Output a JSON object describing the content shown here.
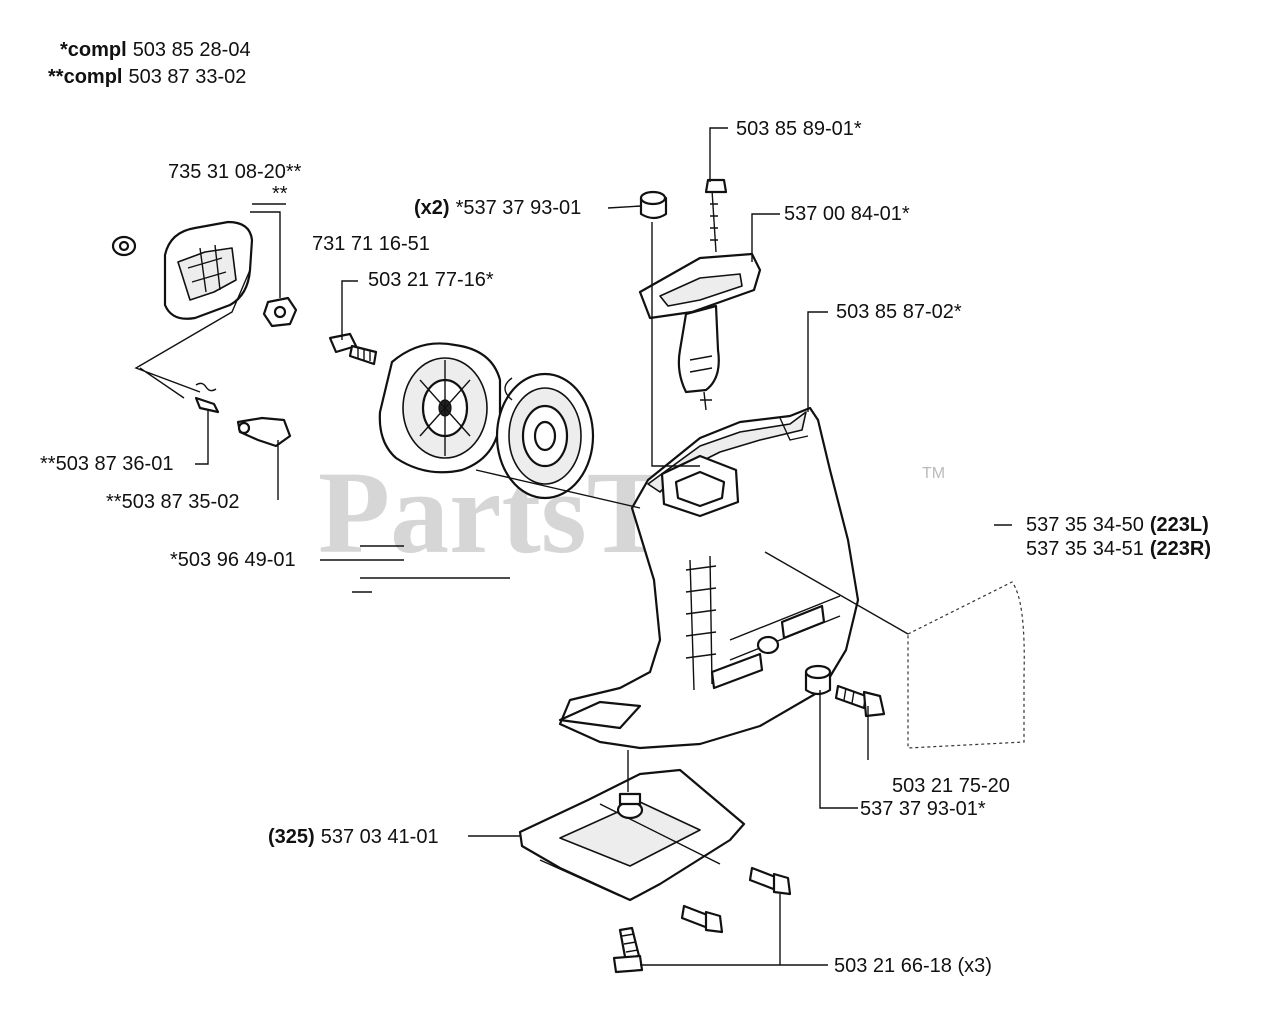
{
  "header": {
    "compl1_prefix": "*compl",
    "compl1_number": "503 85 28-04",
    "compl2_prefix": "**compl",
    "compl2_number": "503 87 33-02"
  },
  "watermark": {
    "text": "PartsTree",
    "tm": "TM"
  },
  "labels": {
    "p503858901": "503 85 89-01*",
    "p735310820": "735 31 08-20**",
    "p735310820_sub": "**",
    "x2_qty": "(x2)",
    "p537379301_top": "*537 37 93-01",
    "p537008401": "537 00 84-01*",
    "p731711651": "731 71 16-51",
    "p503217716": "503 21 77-16*",
    "p503858702": "503 85 87-02*",
    "p503873601": "**503 87 36-01",
    "p503873502": "**503 87 35-02",
    "p537353450_num": "537 35 34-50",
    "p537353450_model": "(223L)",
    "p537353451_num": "537 35 34-51",
    "p537353451_model": "(223R)",
    "p503964901": "*503 96 49-01",
    "p503217520": "503 21 75-20",
    "p537379301_bottom": "537 37 93-01*",
    "qty325": "(325)",
    "p537034101": "537 03 41-01",
    "p503216618": "503 21 66-18 (x3)"
  }
}
